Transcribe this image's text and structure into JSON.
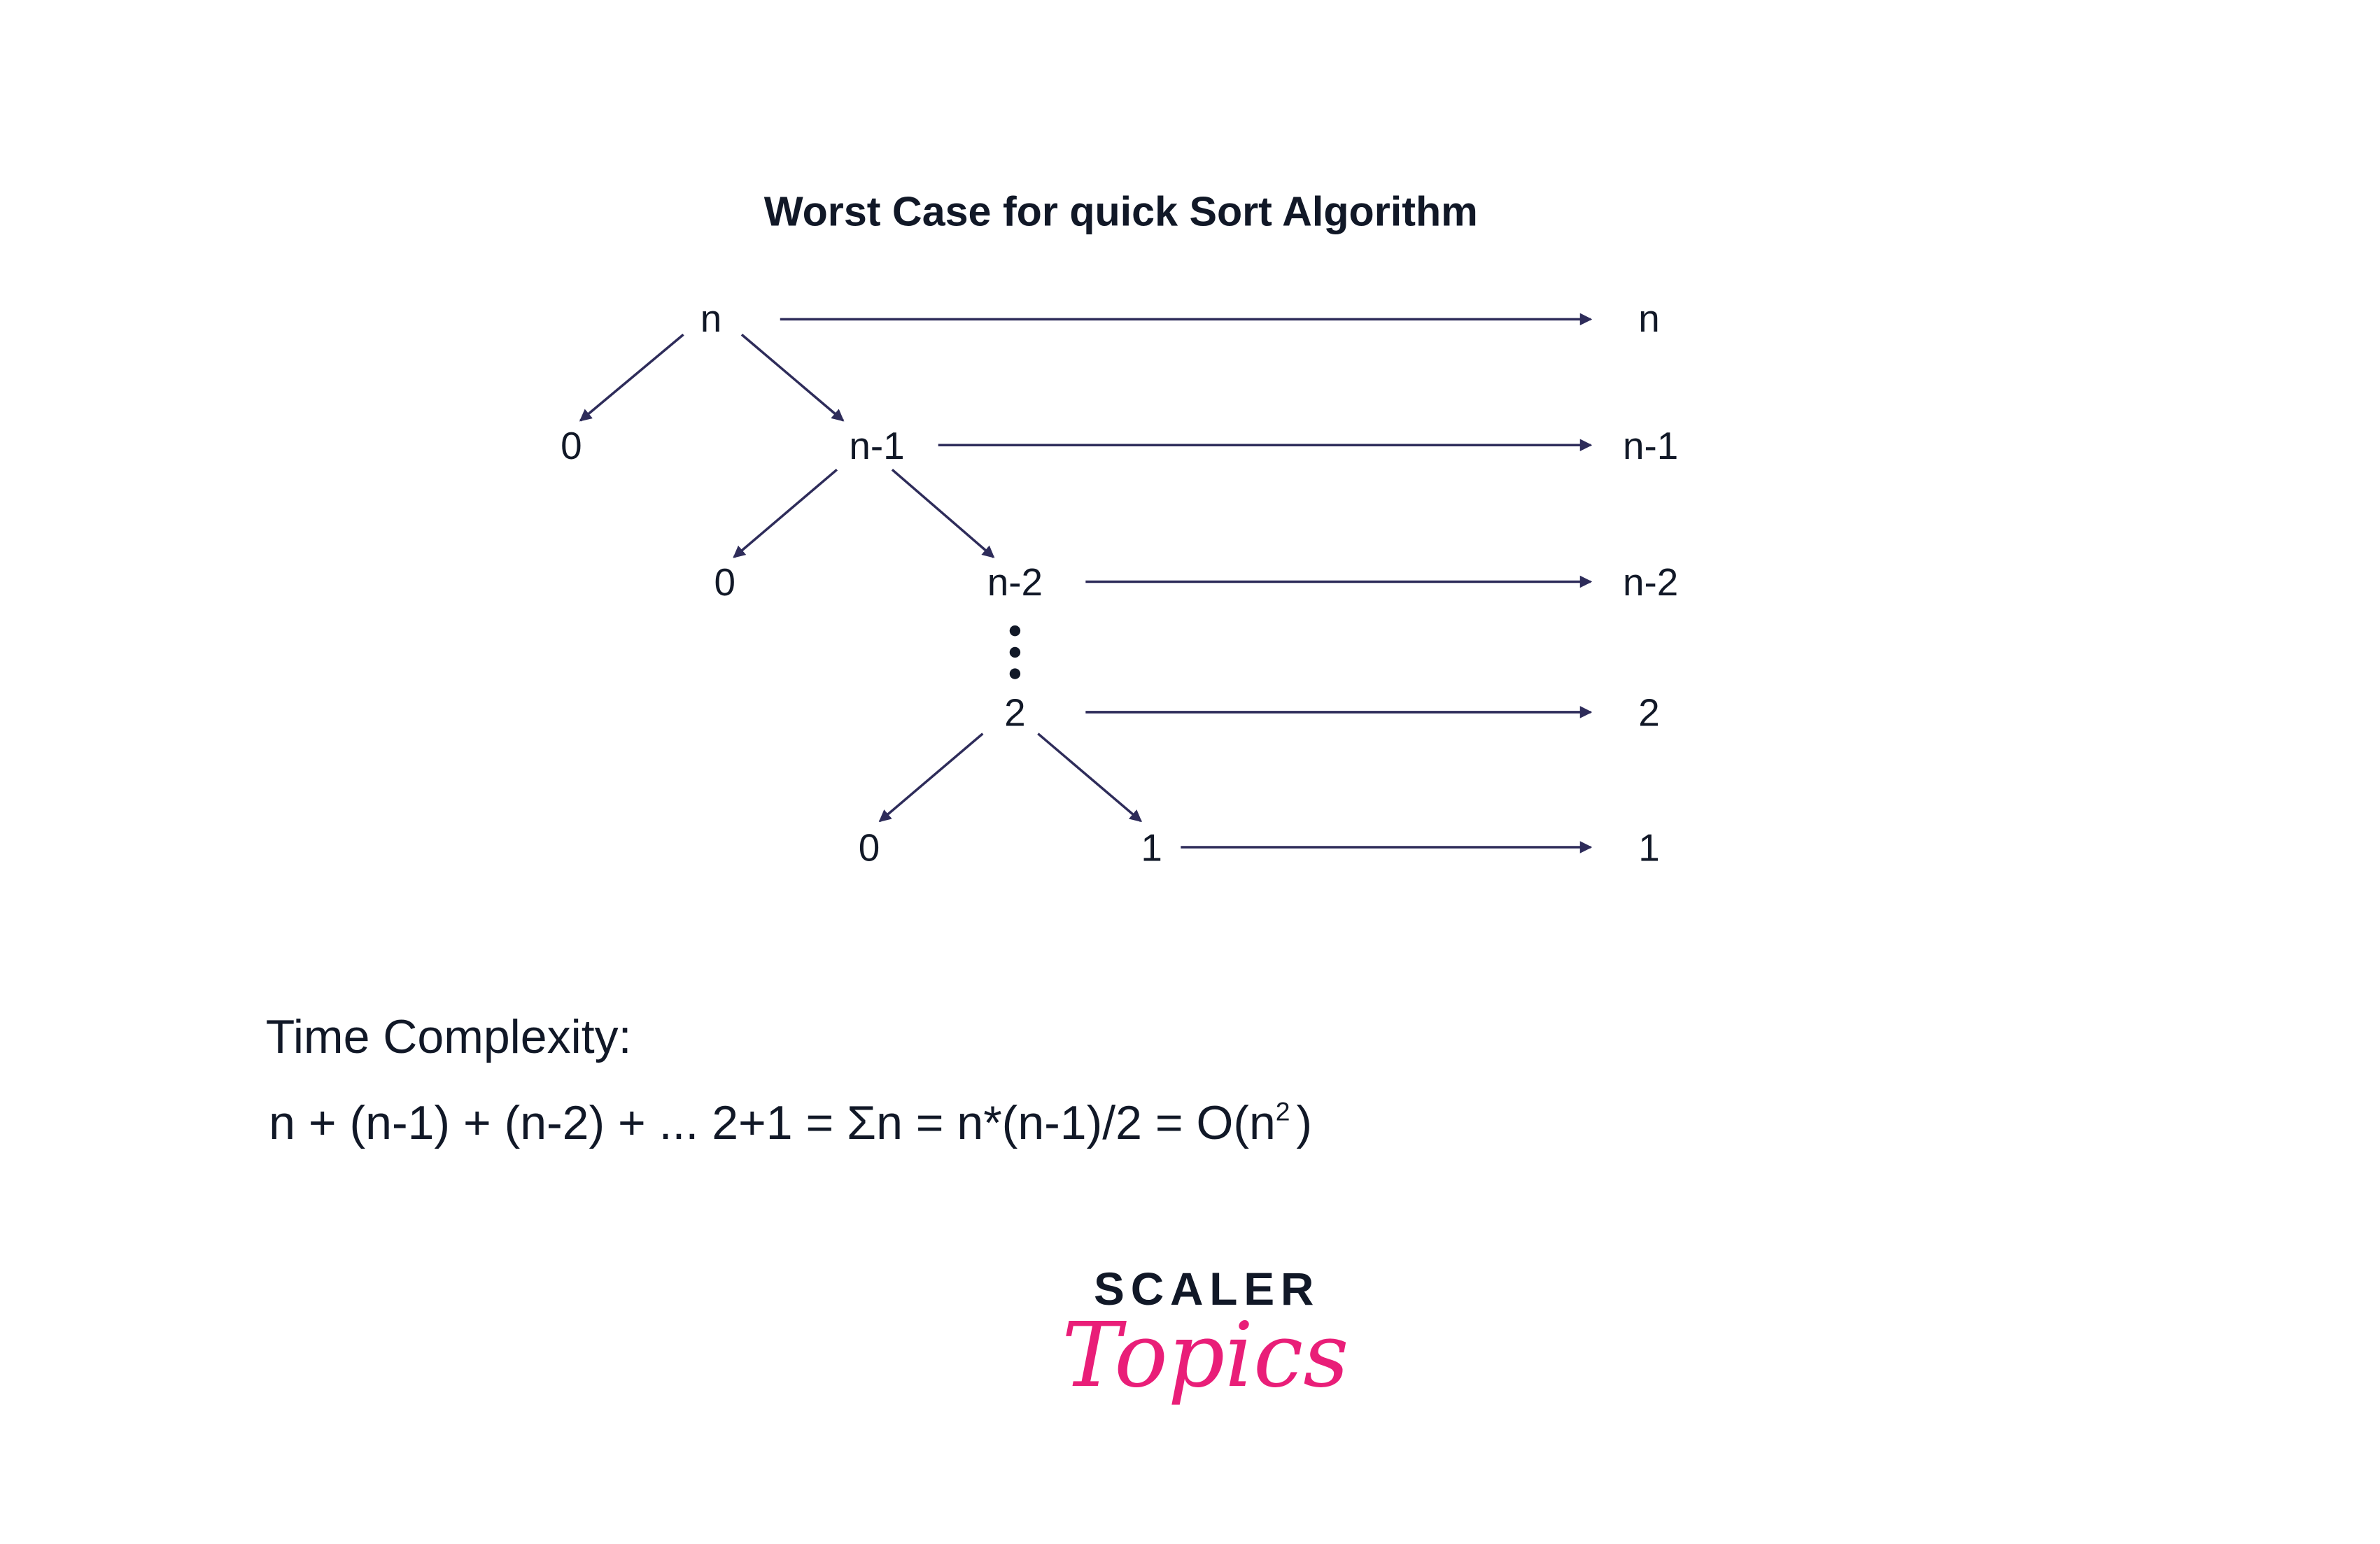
{
  "title": "Worst Case for quick Sort Algorithm",
  "tree": {
    "root": "n",
    "level1": {
      "left": "0",
      "right": "n-1"
    },
    "level2": {
      "left": "0",
      "right": "n-2"
    },
    "level3": {
      "node": "2"
    },
    "level4": {
      "left": "0",
      "right": "1"
    }
  },
  "costs": [
    "n",
    "n-1",
    "n-2",
    "2",
    "1"
  ],
  "complexity": {
    "heading": "Time Complexity:",
    "formula": "n + (n-1) + (n-2) + ... 2+1 = Σn = n*(n-1)/2 = O(n",
    "superscript": "2",
    "closing": ")"
  },
  "logo": {
    "line1": "SCALER",
    "line2": "Topics"
  },
  "colors": {
    "text": "#111827",
    "arrow": "#2e2c5a",
    "brand_pink": "#e91e78"
  }
}
